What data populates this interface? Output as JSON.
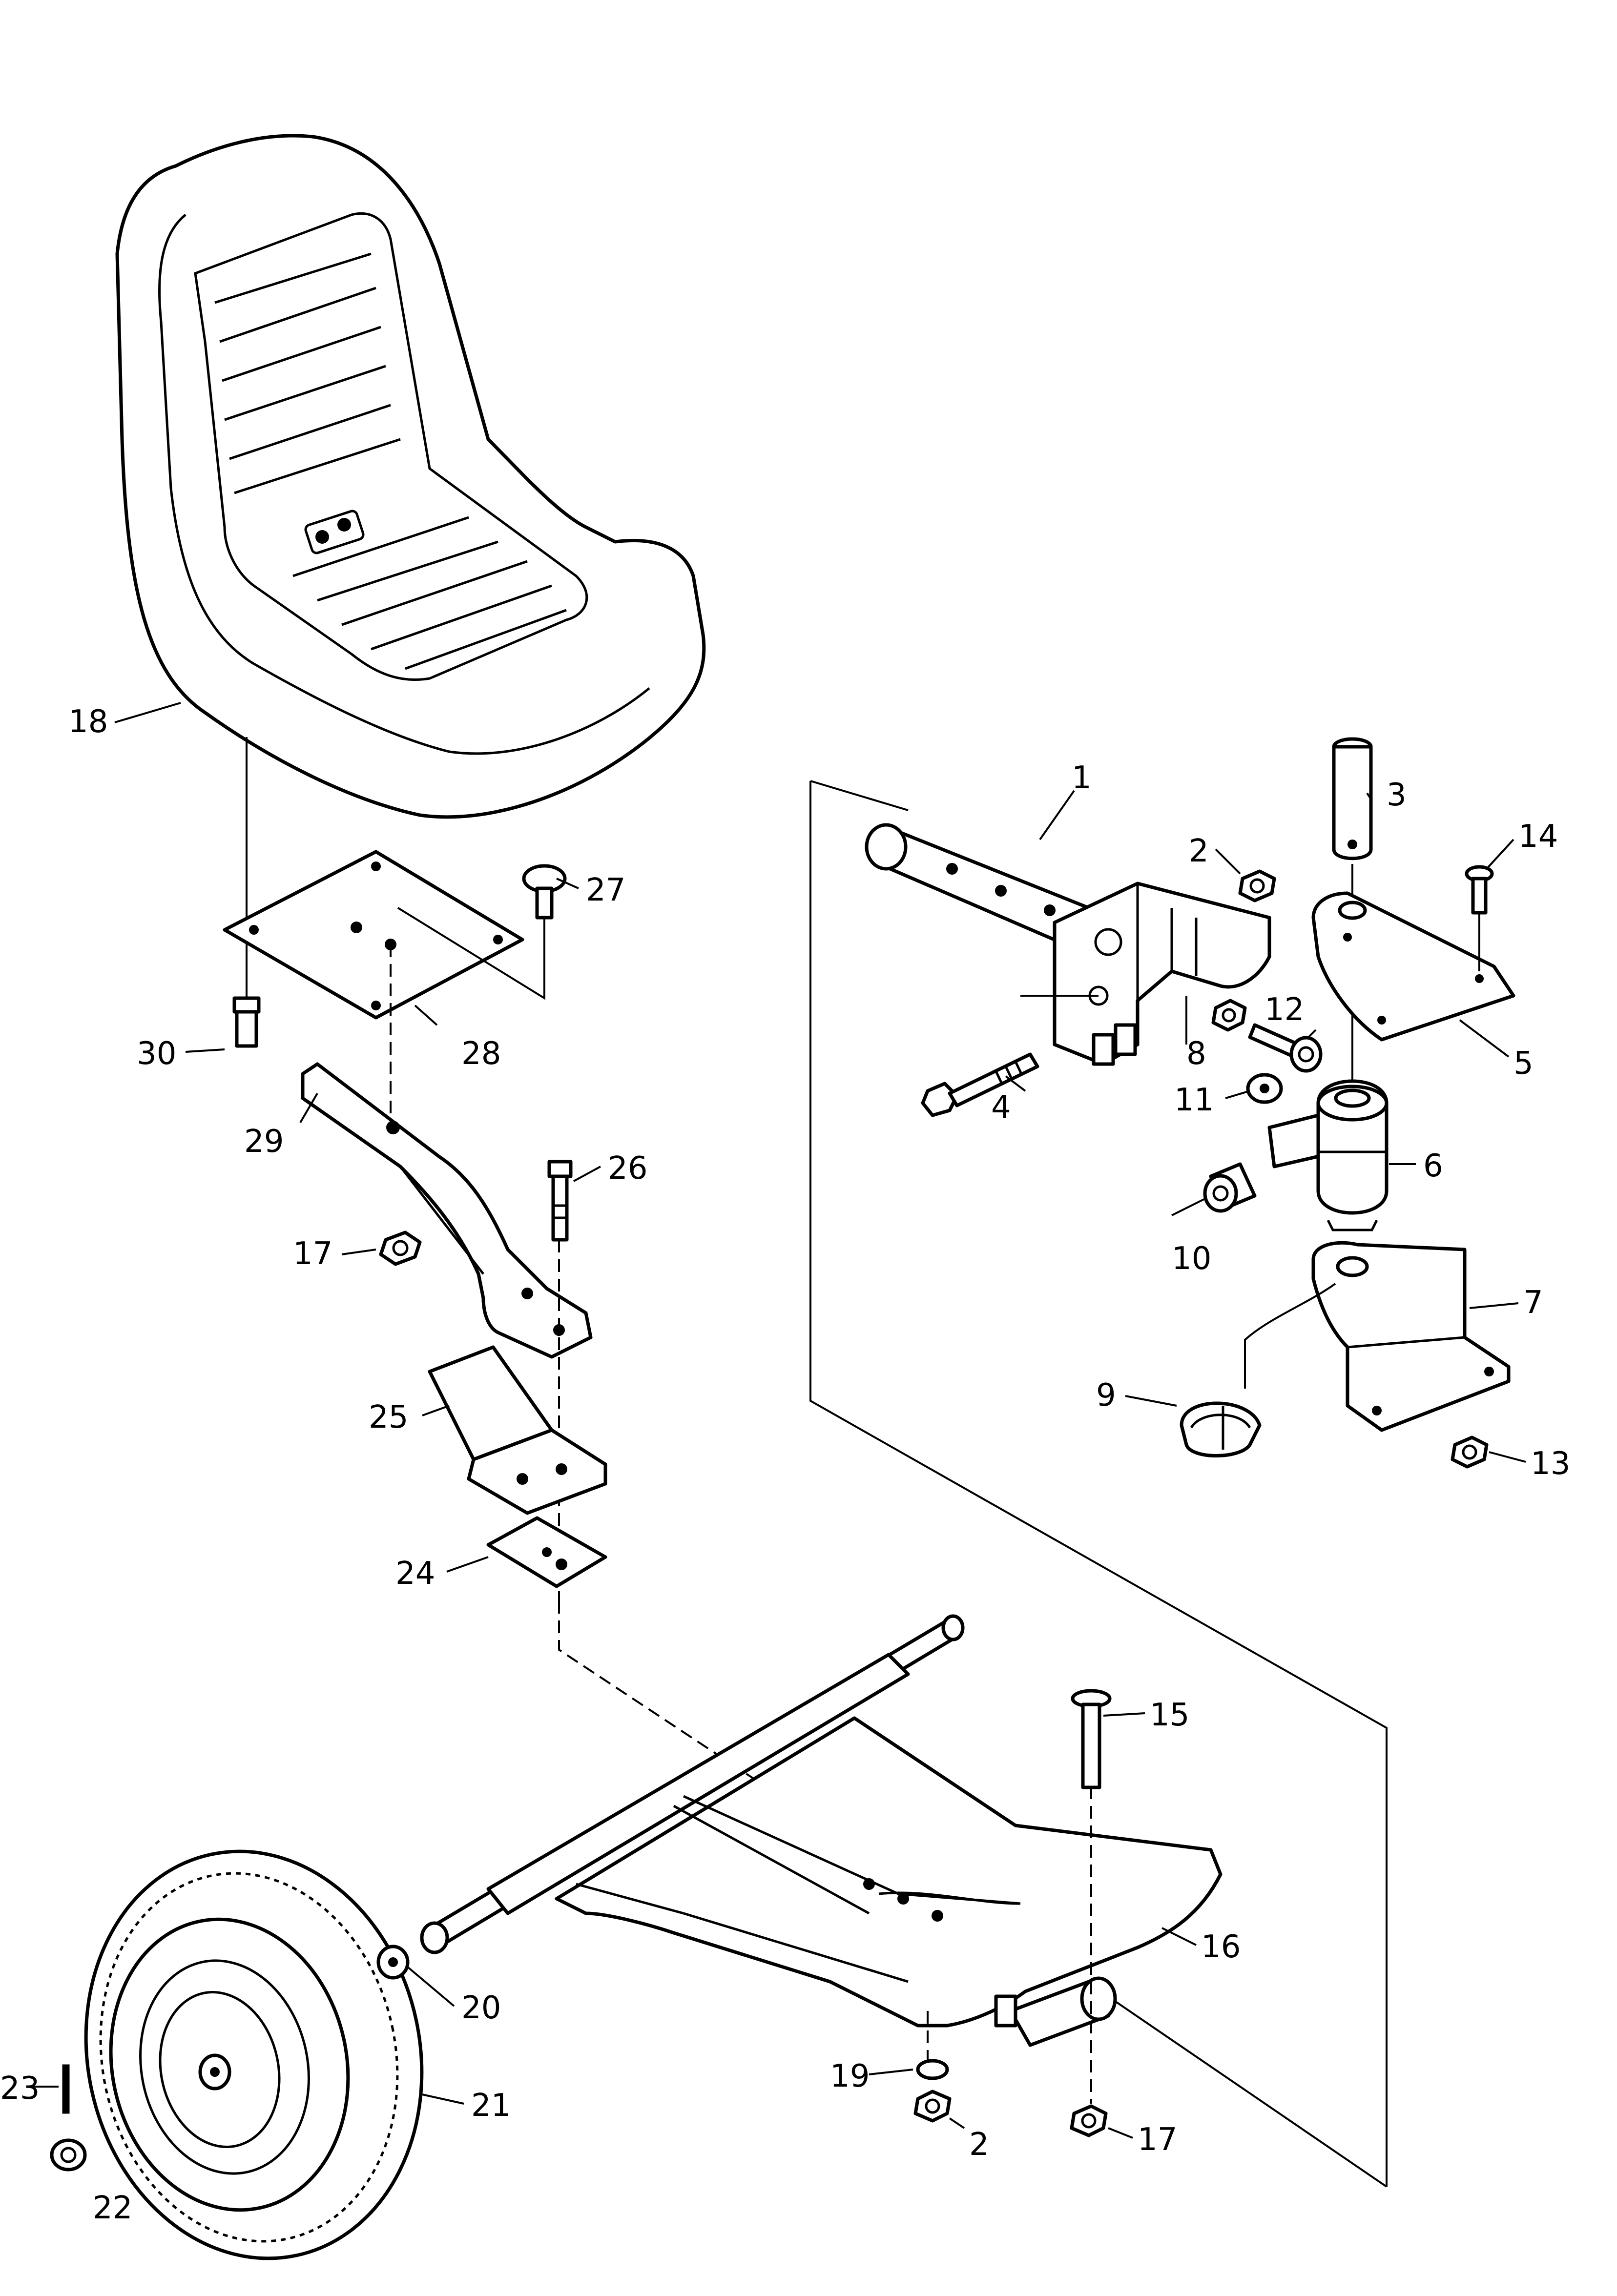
{
  "diagram": {
    "callouts": [
      {
        "id": "1",
        "label": "1"
      },
      {
        "id": "2a",
        "label": "2"
      },
      {
        "id": "2b",
        "label": "2"
      },
      {
        "id": "3",
        "label": "3"
      },
      {
        "id": "4",
        "label": "4"
      },
      {
        "id": "5",
        "label": "5"
      },
      {
        "id": "6",
        "label": "6"
      },
      {
        "id": "7",
        "label": "7"
      },
      {
        "id": "8",
        "label": "8"
      },
      {
        "id": "9",
        "label": "9"
      },
      {
        "id": "10",
        "label": "10"
      },
      {
        "id": "11",
        "label": "11"
      },
      {
        "id": "12",
        "label": "12"
      },
      {
        "id": "13",
        "label": "13"
      },
      {
        "id": "14",
        "label": "14"
      },
      {
        "id": "15",
        "label": "15"
      },
      {
        "id": "16",
        "label": "16"
      },
      {
        "id": "17a",
        "label": "17"
      },
      {
        "id": "17b",
        "label": "17"
      },
      {
        "id": "18",
        "label": "18"
      },
      {
        "id": "19",
        "label": "19"
      },
      {
        "id": "20",
        "label": "20"
      },
      {
        "id": "21",
        "label": "21"
      },
      {
        "id": "22",
        "label": "22"
      },
      {
        "id": "23",
        "label": "23"
      },
      {
        "id": "24",
        "label": "24"
      },
      {
        "id": "25",
        "label": "25"
      },
      {
        "id": "26",
        "label": "26"
      },
      {
        "id": "27",
        "label": "27"
      },
      {
        "id": "28",
        "label": "28"
      },
      {
        "id": "29",
        "label": "29"
      },
      {
        "id": "30",
        "label": "30"
      }
    ]
  }
}
